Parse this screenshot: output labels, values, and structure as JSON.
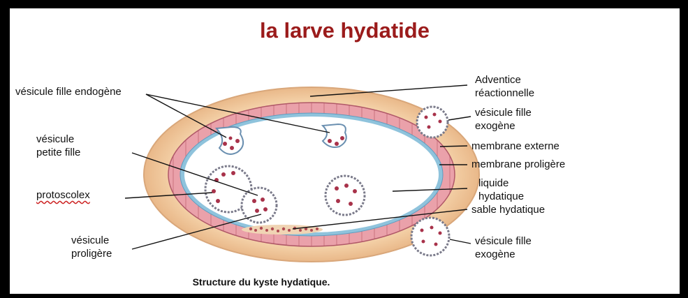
{
  "title": "la larve hydatide",
  "labels": {
    "vesicule_fille_endogene": "vésicule fille endogène",
    "vesicule_petite_fille_1": "vésicule",
    "vesicule_petite_fille_2": "petite fille",
    "protoscolex": "protoscolex",
    "vesicule_proligere_1": "vésicule",
    "vesicule_proligere_2": "proligère",
    "adventice_1": "Adventice",
    "adventice_2": "réactionnelle",
    "vesicule_fille_exogene_top_1": "vésicule fille",
    "vesicule_fille_exogene_top_2": "exogène",
    "membrane_externe": "membrane externe",
    "membrane_proligere": "membrane proligère",
    "liquide_hydatique_1": "liquide",
    "liquide_hydatique_2": "hydatique",
    "sable_hydatique": "sable hydatique",
    "vesicule_fille_exogene_bottom_1": "vésicule fille",
    "vesicule_fille_exogene_bottom_2": "exogène"
  },
  "caption": "Structure du kyste hydatique.",
  "colors": {
    "frame_bg": "#000000",
    "title": "#9b1b1b",
    "adventice": "#f2c99b",
    "membrane_externe": "#e8a0a8",
    "membrane_proligere": "#8fc3dc",
    "liquide": "#ffffff",
    "protoscolex": "#a8324a"
  }
}
